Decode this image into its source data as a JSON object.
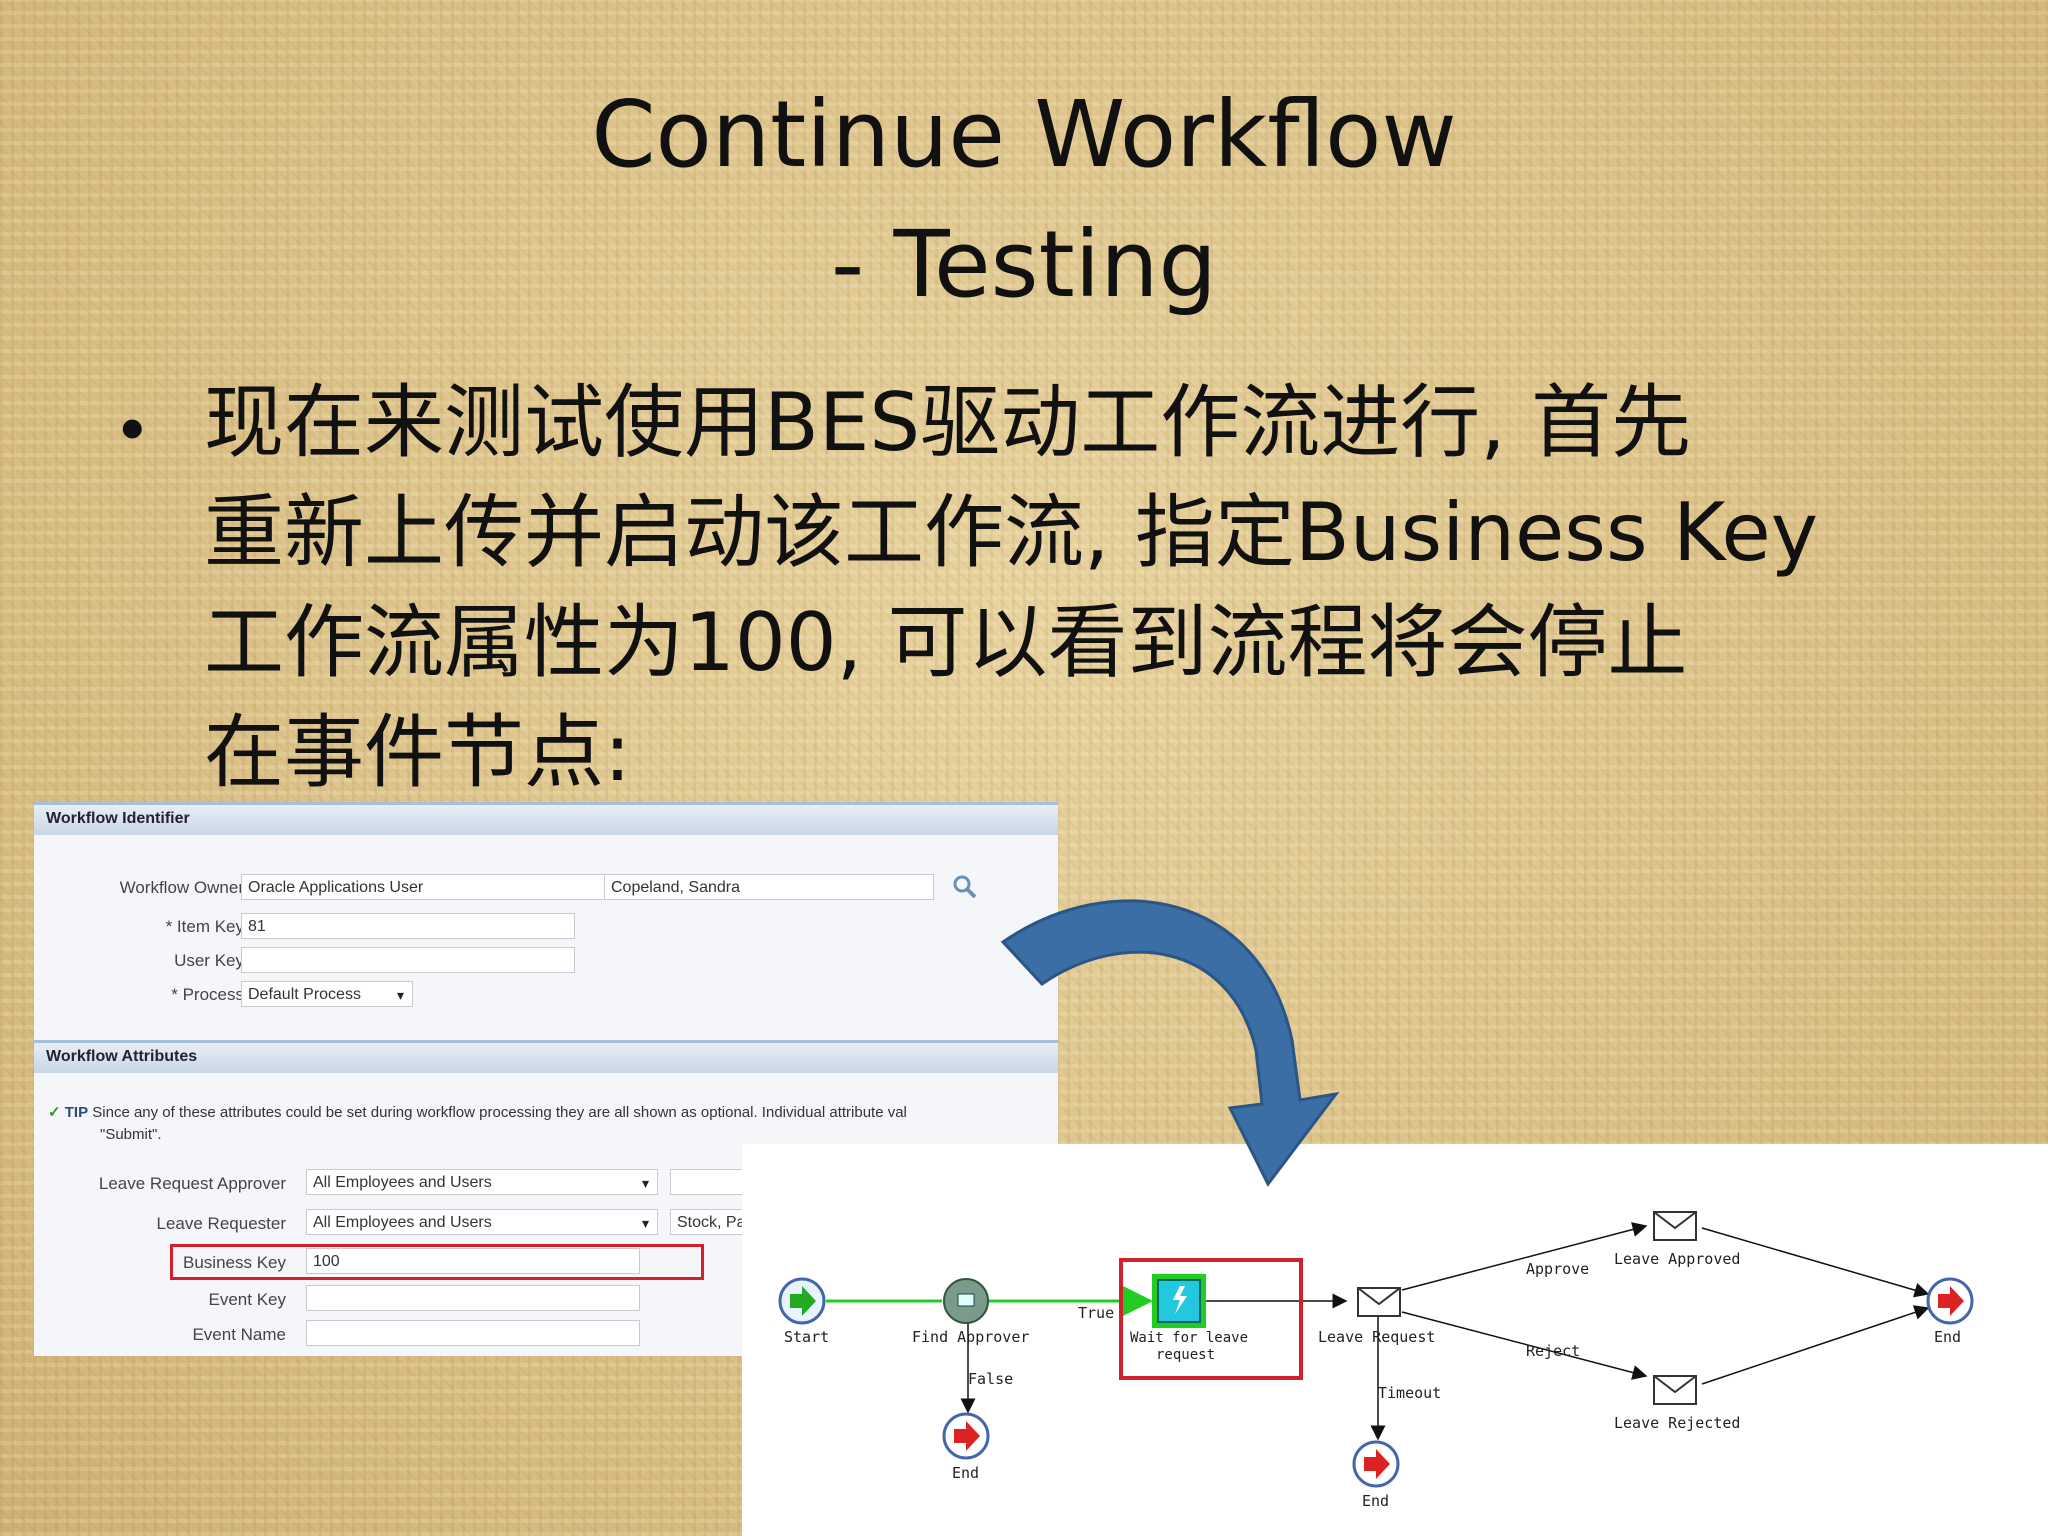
{
  "slide": {
    "title_line1": "Continue Workflow",
    "title_line2": "- Testing",
    "bullet_lines": [
      "现在来测试使用BES驱动工作流进行, 首先",
      "重新上传并启动该工作流, 指定Business Key",
      "工作流属性为100, 可以看到流程将会停止",
      "在事件节点:"
    ]
  },
  "form": {
    "identifier_header": "Workflow Identifier",
    "workflow_owner_label": "Workflow Owner",
    "workflow_owner_value": "Oracle Applications User",
    "workflow_owner_name": "Copeland, Sandra",
    "item_key_label": "* Item Key",
    "item_key_value": "81",
    "user_key_label": "User Key",
    "user_key_value": "",
    "process_label": "* Process",
    "process_value": "Default Process",
    "attributes_header": "Workflow Attributes",
    "tip_label": "TIP",
    "tip_text": "Since any of these attributes could be set during workflow processing they are all shown as optional. Individual attribute val",
    "tip_text2": "\"Submit\".",
    "approver_label": "Leave Request Approver",
    "approver_value": "All Employees and Users",
    "requester_label": "Leave Requester",
    "requester_value": "All Employees and Users",
    "requester_name": "Stock, Pa",
    "business_key_label": "Business Key",
    "business_key_value": "100",
    "event_key_label": "Event Key",
    "event_name_label": "Event Name"
  },
  "diagram": {
    "nodes": {
      "start": "Start",
      "find_approver": "Find Approver",
      "wait_line1": "Wait for leave",
      "wait_line2": "request",
      "leave_request": "Leave Request",
      "leave_approved": "Leave Approved",
      "leave_rejected": "Leave Rejected",
      "end_right": "End",
      "end_false": "End",
      "end_timeout": "End"
    },
    "edges": {
      "true": "True",
      "false": "False",
      "approve": "Approve",
      "reject": "Reject",
      "timeout": "Timeout"
    }
  },
  "colors": {
    "background": "#dcc48c",
    "curved_arrow": "#3a6ea5",
    "highlight_red": "#d0212d",
    "active_green": "#22cc22"
  }
}
